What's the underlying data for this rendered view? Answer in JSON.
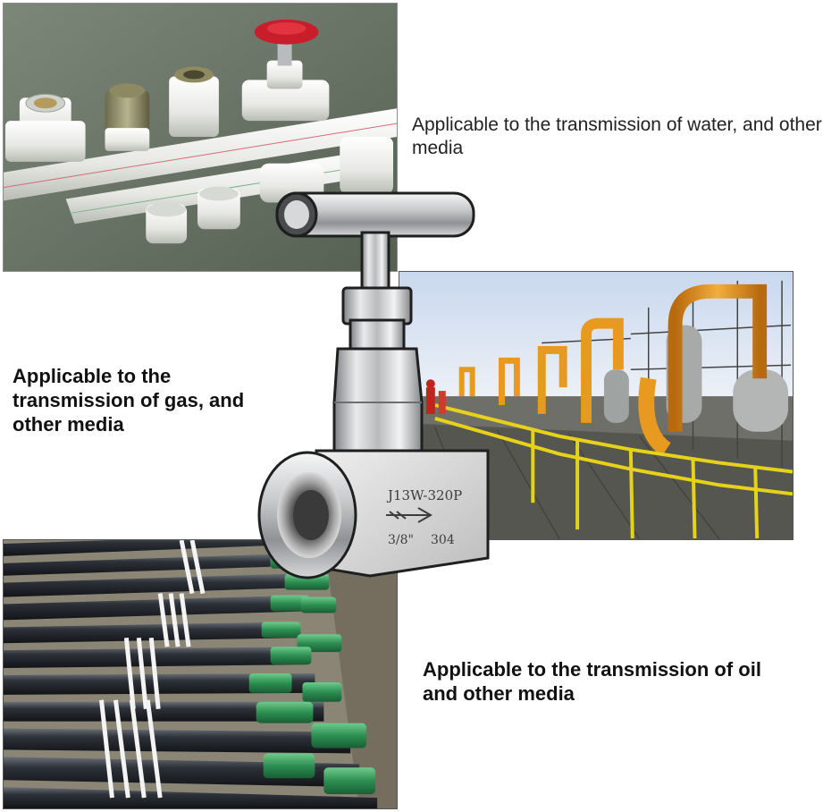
{
  "captions": {
    "water": "Applicable to the transmission of water, and other media",
    "gas": "Applicable to the transmission of gas, and other media",
    "oil": "Applicable to the transmission of oil and other media"
  },
  "valve": {
    "model": "J13W-320P",
    "size": "3/8\"",
    "material": "304"
  },
  "colors": {
    "pipe_white": "#f2f3f0",
    "pipe_green": "#2c8f52",
    "refinery_orange": "#e79a1f",
    "railing_yellow": "#e6d21a",
    "handwheel_red": "#c81d2a",
    "steel": "#c9cbcd"
  },
  "icons": [
    "arrow-icon"
  ]
}
